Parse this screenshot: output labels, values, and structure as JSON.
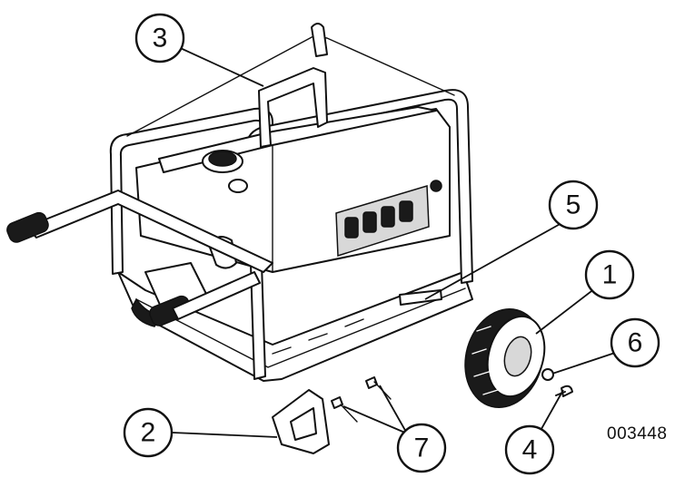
{
  "callouts": [
    {
      "id": "1",
      "label": "1"
    },
    {
      "id": "2",
      "label": "2"
    },
    {
      "id": "3",
      "label": "3"
    },
    {
      "id": "4",
      "label": "4"
    },
    {
      "id": "5",
      "label": "5"
    },
    {
      "id": "6",
      "label": "6"
    },
    {
      "id": "7",
      "label": "7"
    }
  ],
  "drawing_id": "003448"
}
